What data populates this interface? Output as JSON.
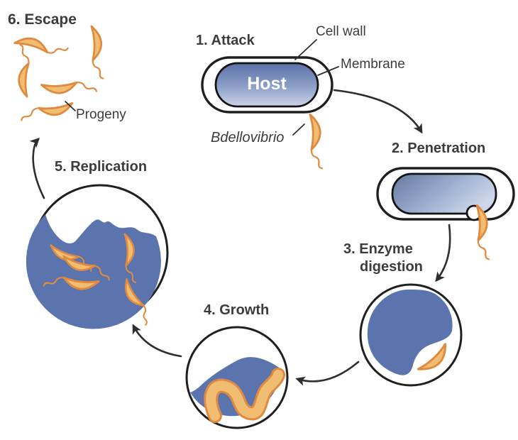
{
  "stages": {
    "attack": "1. Attack",
    "penetration": "2. Penetration",
    "enzyme_line1": "3. Enzyme",
    "enzyme_line2": "digestion",
    "growth": "4. Growth",
    "replication": "5. Replication",
    "escape": "6. Escape"
  },
  "labels": {
    "host": "Host",
    "cell_wall": "Cell wall",
    "membrane": "Membrane",
    "bdellovibrio": "Bdellovibrio",
    "progeny": "Progeny"
  },
  "colors": {
    "background": "#ffffff",
    "text": "#3d3c3c",
    "outline": "#1f1f1f",
    "arrow": "#2e2e2e",
    "bacterium_fill": "#f0bd72",
    "bacterium_outline": "#e08a3f",
    "host_blue_dark": "#5a70a8",
    "host_blue_light": "#cbd4e8",
    "cytoplasm_blue": "#5c74ae"
  }
}
